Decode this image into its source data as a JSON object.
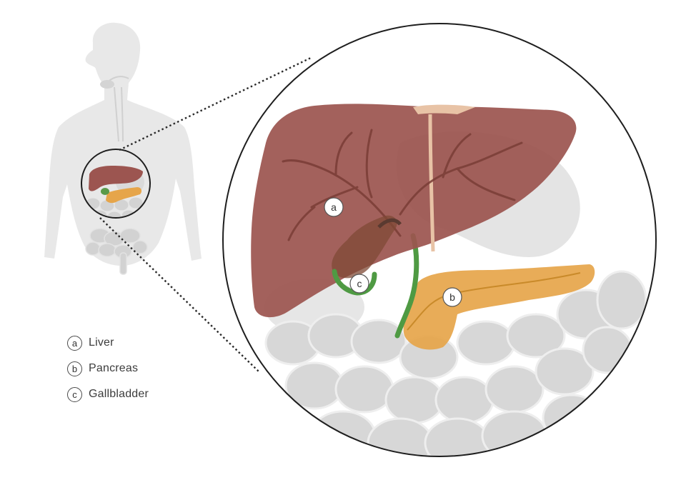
{
  "callouts": [
    {
      "letter": "a",
      "target": "Liver"
    },
    {
      "letter": "b",
      "target": "Pancreas"
    },
    {
      "letter": "c",
      "target": "Gallbladder"
    }
  ],
  "legend": [
    {
      "letter": "a",
      "label": "Liver"
    },
    {
      "letter": "b",
      "label": "Pancreas"
    },
    {
      "letter": "c",
      "label": "Gallbladder"
    }
  ],
  "colors": {
    "liver": "#9c5550",
    "pancreas": "#e6a54a",
    "gallbladder_duct": "#4f9a43",
    "intestine": "#d7d7d7",
    "body_silhouette": "#e6e6e6",
    "outline": "#222222"
  }
}
